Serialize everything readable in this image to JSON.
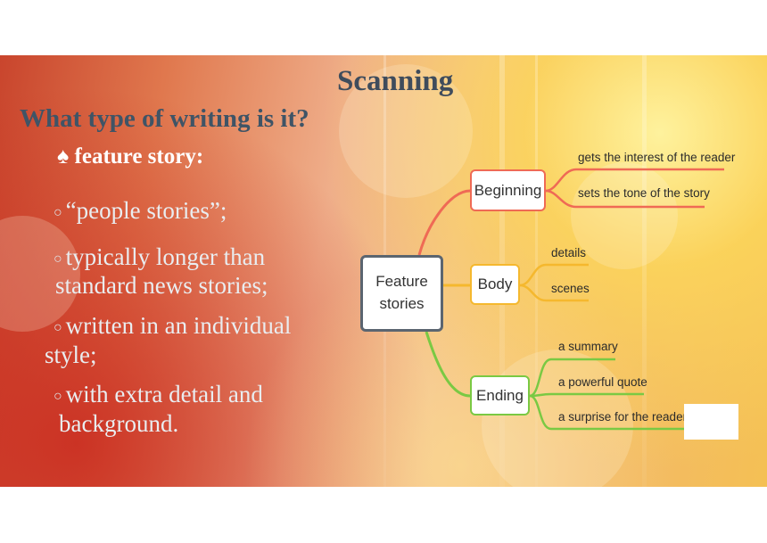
{
  "title": "Scanning",
  "question": "What type of writing is it?",
  "bullet_head": "feature story:",
  "bullets": [
    "“people stories”;",
    "typically longer than",
    "standard news stories;",
    "written in an individual",
    "style;",
    "with extra detail and",
    "background."
  ],
  "mindmap": {
    "root": "Feature stories",
    "branches": [
      {
        "label": "Beginning",
        "color": "#ef6a55",
        "leaves": [
          "gets the interest of the reader",
          "sets the tone of the story"
        ]
      },
      {
        "label": "Body",
        "color": "#f5b82e",
        "leaves": [
          "details",
          "scenes"
        ]
      },
      {
        "label": "Ending",
        "color": "#7ac943",
        "leaves": [
          "a summary",
          "a powerful quote",
          "a surprise for the reader"
        ]
      }
    ]
  },
  "colors": {
    "title": "#3f4c5c",
    "root_border": "#5b6570"
  }
}
